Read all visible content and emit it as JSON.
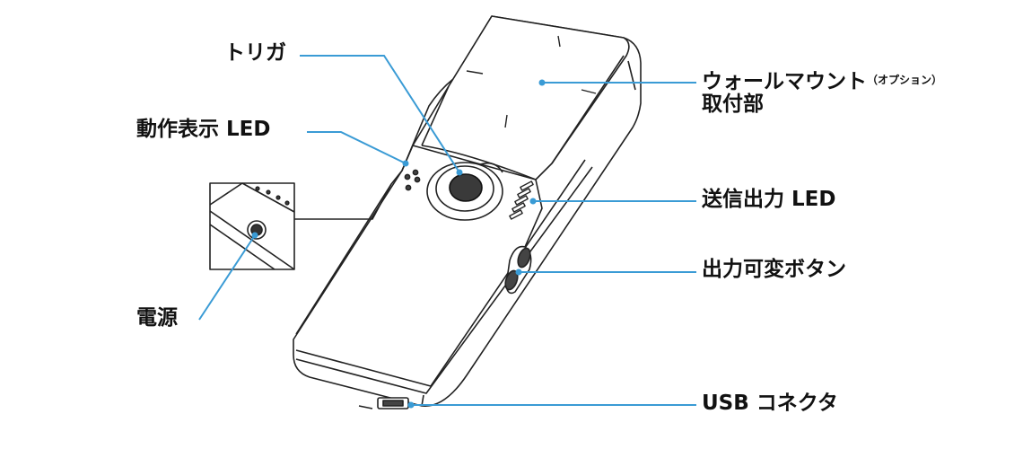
{
  "labels": {
    "trigger": "トリガ",
    "status_led": "動作表示 LED",
    "power": "電源",
    "wall_mount": "ウォールマウント",
    "wall_mount_option": "（オプション）",
    "wall_mount_part": "取付部",
    "send_led": "送信出力 LED",
    "output_button": "出力可変ボタン",
    "usb": "USB コネクタ"
  },
  "colors": {
    "leader_line": "#3a9bd5",
    "outline": "#222222",
    "text": "#111111"
  }
}
